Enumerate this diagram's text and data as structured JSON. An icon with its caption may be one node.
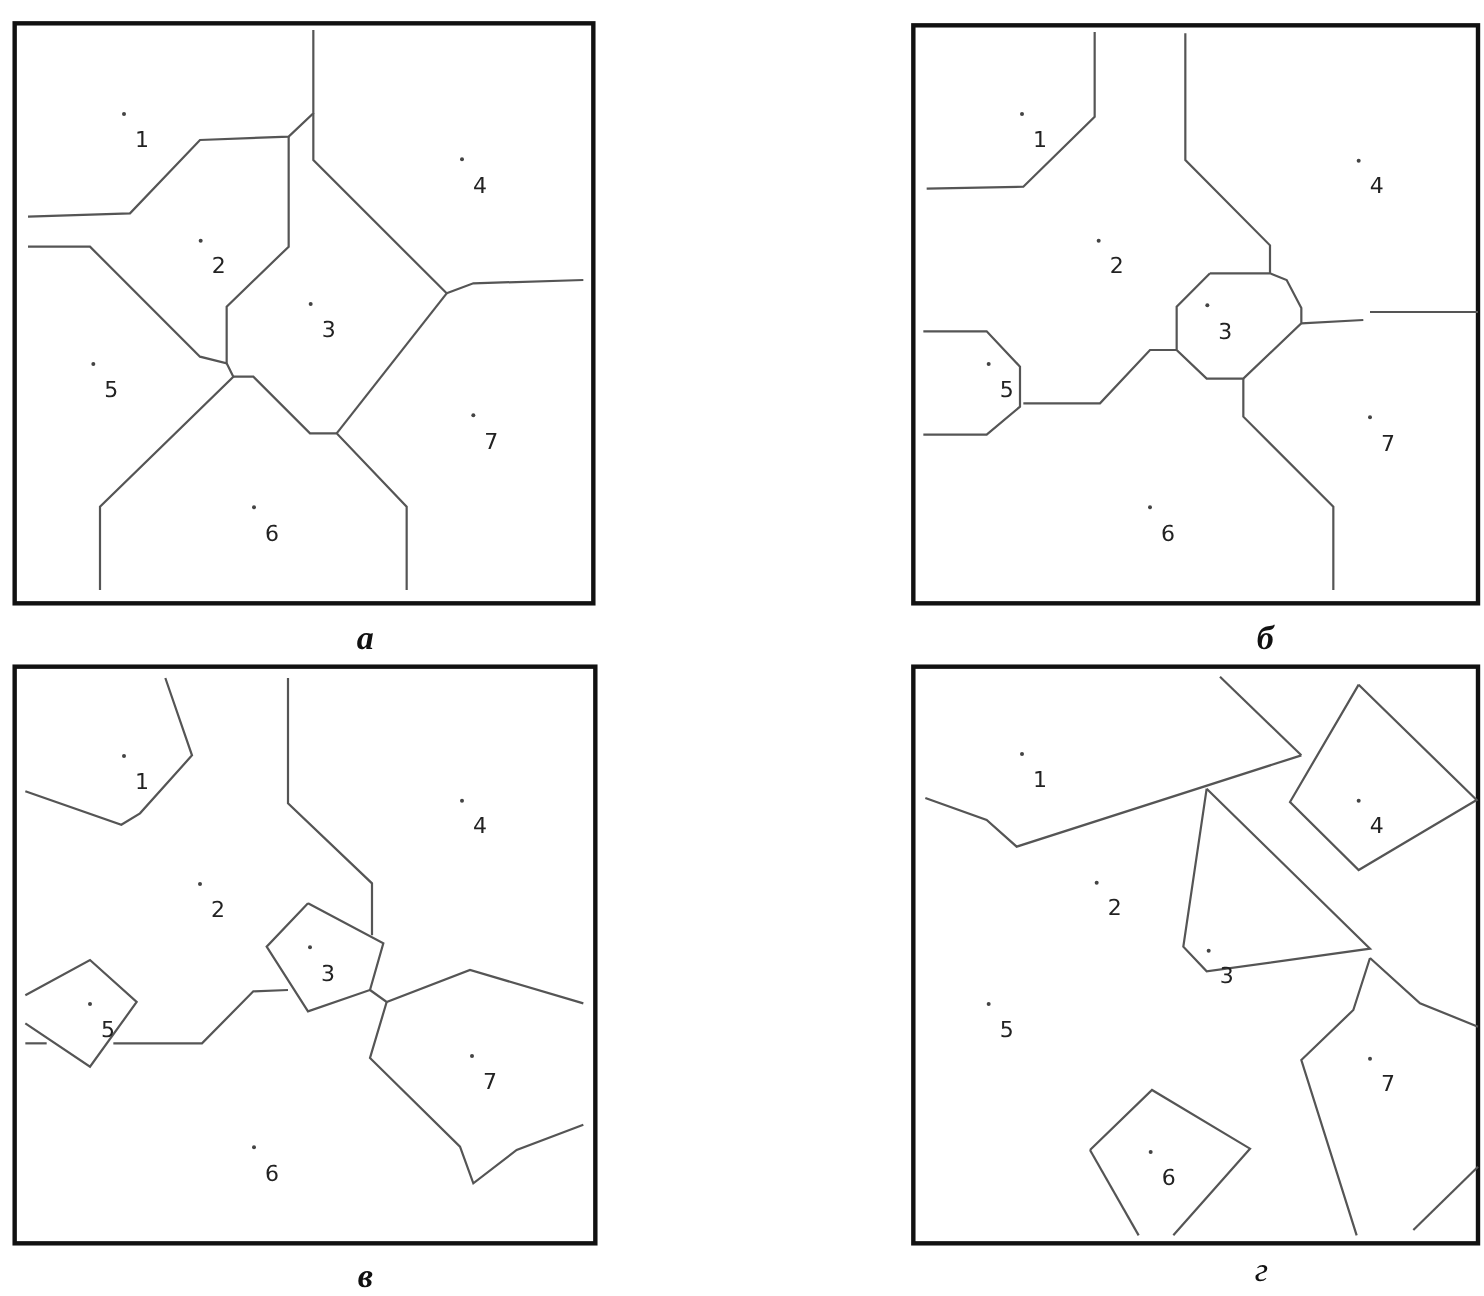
{
  "diagram": {
    "labels": [
      "1",
      "2",
      "3",
      "4",
      "5",
      "6",
      "7",
      "а",
      "1",
      "2",
      "3",
      "4",
      "5",
      "6",
      "7",
      "б",
      "1",
      "2",
      "3",
      "4",
      "5",
      "6",
      "7",
      "в",
      "1",
      "2",
      "3",
      "4",
      "5",
      "6",
      "7",
      "г"
    ]
  }
}
